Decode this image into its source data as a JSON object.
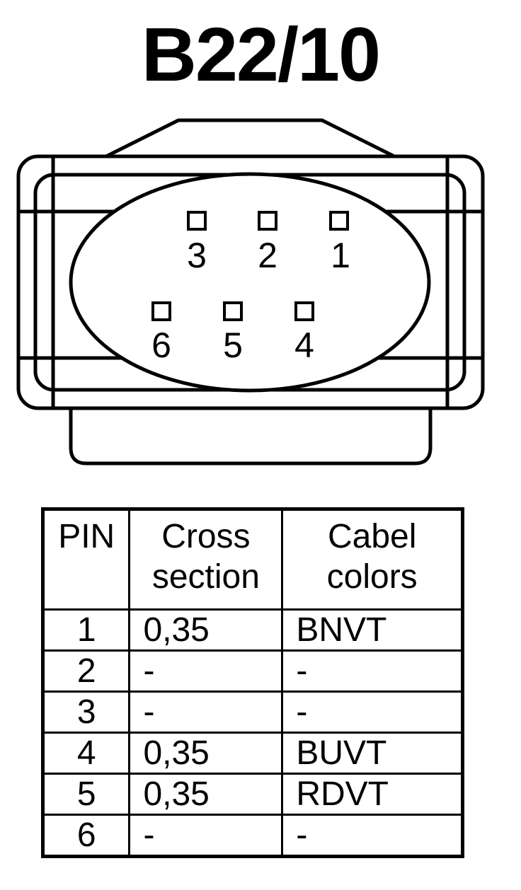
{
  "title": "B22/10",
  "connector": {
    "pins": [
      {
        "number": "3",
        "row": 1,
        "col": 1
      },
      {
        "number": "2",
        "row": 1,
        "col": 2
      },
      {
        "number": "1",
        "row": 1,
        "col": 3
      },
      {
        "number": "6",
        "row": 2,
        "col": 1
      },
      {
        "number": "5",
        "row": 2,
        "col": 2
      },
      {
        "number": "4",
        "row": 2,
        "col": 3
      }
    ]
  },
  "table": {
    "headers": {
      "pin": "PIN",
      "cross_line1": "Cross",
      "cross_line2": "section",
      "color_line1": "Cabel",
      "color_line2": "colors"
    },
    "rows": [
      {
        "pin": "1",
        "cross": "0,35",
        "color": "BNVT"
      },
      {
        "pin": "2",
        "cross": "-",
        "color": "-"
      },
      {
        "pin": "3",
        "cross": "-",
        "color": "-"
      },
      {
        "pin": "4",
        "cross": "0,35",
        "color": "BUVT"
      },
      {
        "pin": "5",
        "cross": "0,35",
        "color": "RDVT"
      },
      {
        "pin": "6",
        "cross": "-",
        "color": "-"
      }
    ]
  }
}
